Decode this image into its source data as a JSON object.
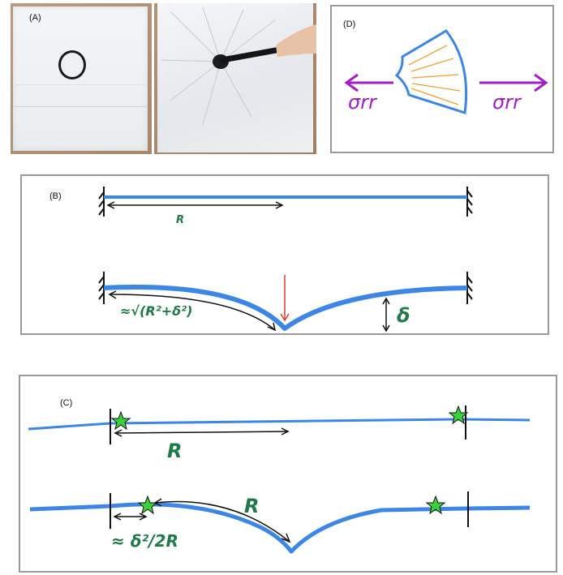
{
  "panels": {
    "A": {
      "label": "(A)"
    },
    "B": {
      "label": "(B)",
      "r_label": "R",
      "arc_label": "≈√(R²+δ²)",
      "delta_label": "δ"
    },
    "C": {
      "label": "(C)",
      "r_top_label": "R",
      "r_bottom_label": "R",
      "approx_label": "≈ δ²/2R"
    },
    "D": {
      "label": "(D)",
      "left_sigma": "σrr",
      "right_sigma": "σrr"
    }
  },
  "colors": {
    "beam": "#3b86e6",
    "sigma": "#a21fc7",
    "radial_lines": "#f0a030",
    "hand_text": "#1f7a4a",
    "force_arrow": "#e23a2a",
    "star": "#3ad13a"
  }
}
